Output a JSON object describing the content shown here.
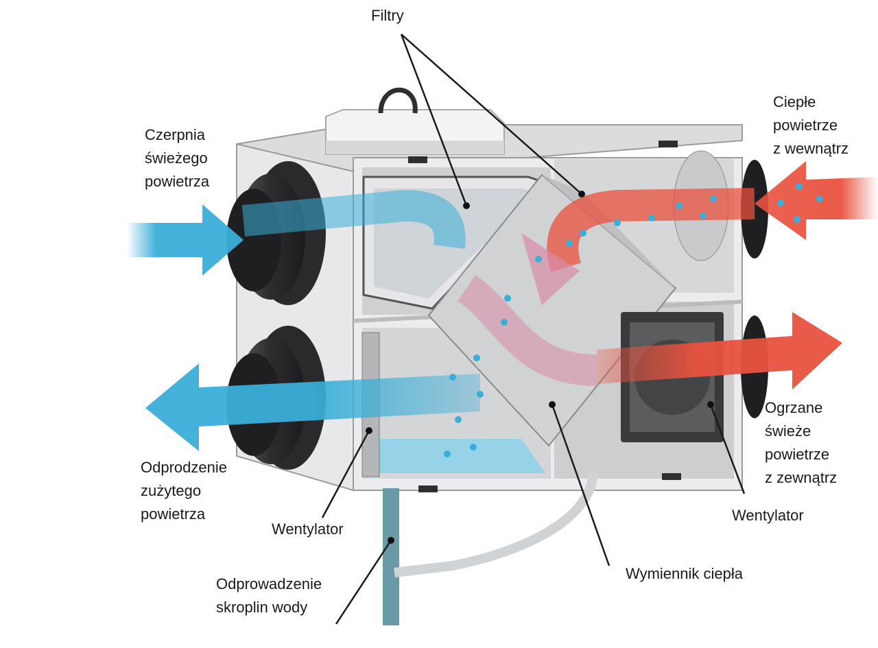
{
  "labels": {
    "filters": "Filtry",
    "fresh_intake": [
      "Czerpnia",
      "świeżego",
      "powietrza"
    ],
    "warm_inside": [
      "Ciepłe",
      "powietrze",
      "z wewnątrz"
    ],
    "exhaust": [
      "Odprodzenie",
      "zużytego",
      "powietrza"
    ],
    "heated_fresh": [
      "Ogrzane",
      "świeże",
      "powietrze",
      "z zewnątrz"
    ],
    "fan_left": "Wentylator",
    "fan_right": "Wentylator",
    "heat_exchanger": "Wymiennik ciepła",
    "condensate": [
      "Odprowadzenie",
      "skroplin wody"
    ]
  },
  "colors": {
    "cold_air": "#3aaed8",
    "warm_air": "#e8523f",
    "mixed_air": "#d98aa8",
    "casing": "#e8e8ea",
    "duct": "#3c3c3e",
    "water": "#8fd3ea"
  }
}
